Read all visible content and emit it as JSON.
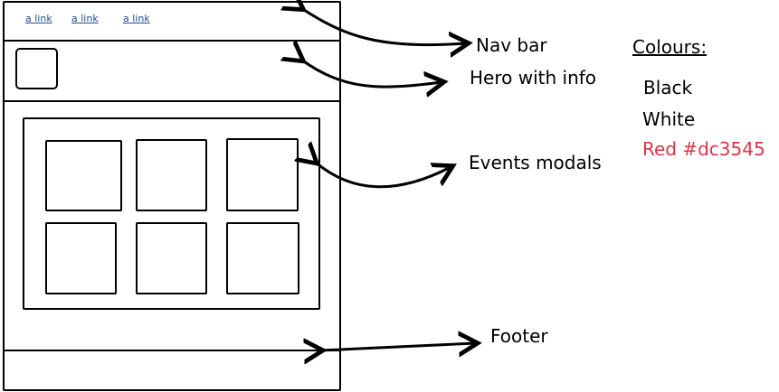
{
  "wireframe": {
    "nav_links": [
      "a link",
      "a link",
      "a link"
    ]
  },
  "annotations": {
    "nav_bar": "Nav bar",
    "hero": "Hero with info",
    "events": "Events modals",
    "footer": "Footer"
  },
  "colours": {
    "title": "Colours:",
    "items": [
      "Black",
      "White",
      "Red #dc3545"
    ],
    "values": [
      "#000000",
      "#ffffff",
      "#dc3545"
    ]
  }
}
